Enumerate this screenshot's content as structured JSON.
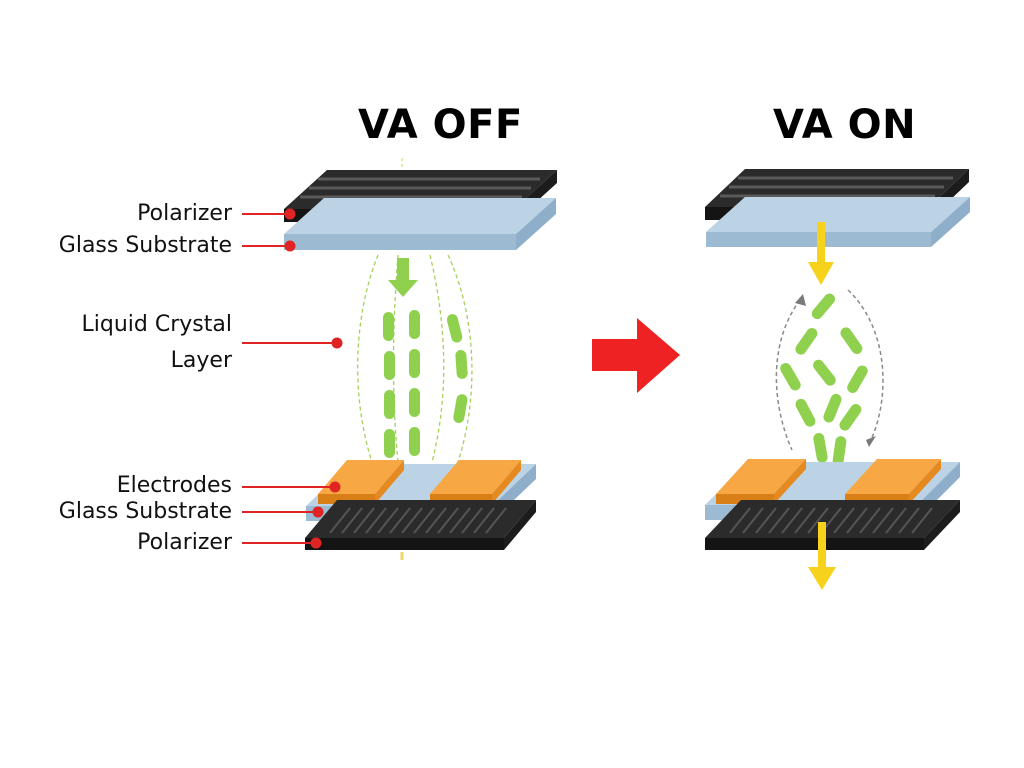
{
  "titles": {
    "off": "VA OFF",
    "on": "VA ON"
  },
  "labels": {
    "polarizer_top": "Polarizer",
    "glass_top": "Glass Substrate",
    "lc_line1": "Liquid Crystal",
    "lc_line2": "Layer",
    "electrodes": "Electrodes",
    "glass_bottom": "Glass Substrate",
    "polarizer_bottom": "Polarizer"
  },
  "colors": {
    "polarizer": "#1f1f1f",
    "glass": "#a9c4dc",
    "crystal": "#8fd14f",
    "electrode": "#f39a2e",
    "light_on": "#f7d21d",
    "callout": "#e02424",
    "transition_arrow": "#ee2222"
  }
}
